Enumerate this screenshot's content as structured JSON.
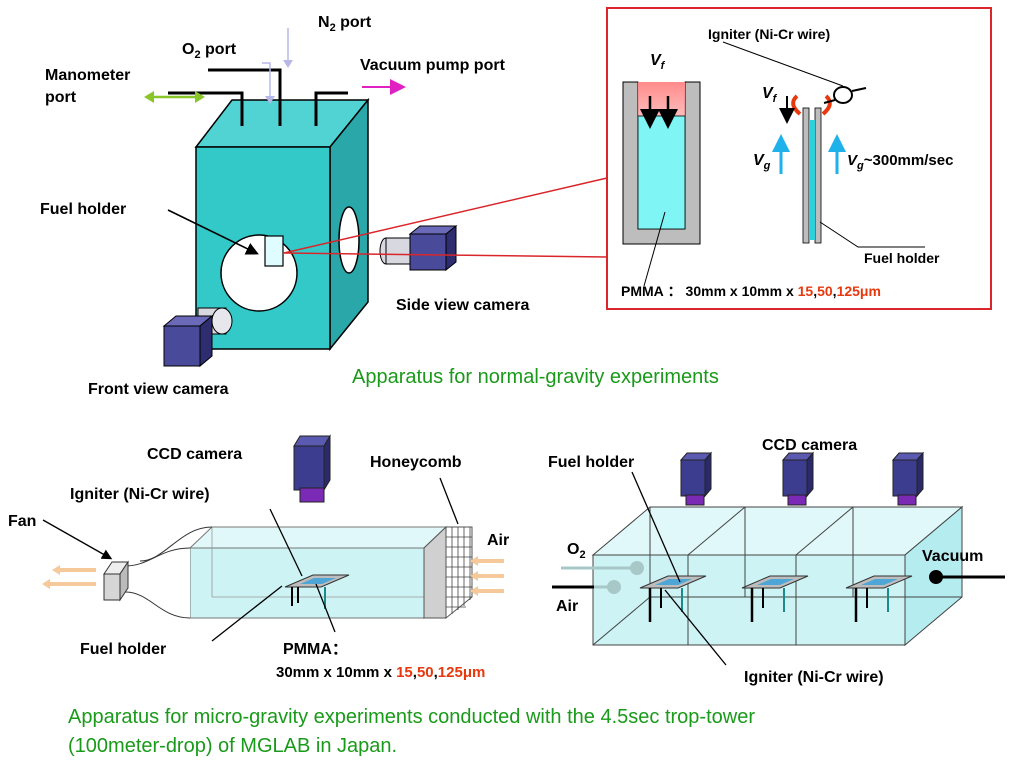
{
  "normal_gravity": {
    "labels": {
      "manometer_l1": "Manometer",
      "manometer_l2": "port",
      "o2_main": "O",
      "o2_sub": "2",
      "o2_rest": " port",
      "n2_main": "N",
      "n2_sub": "2",
      "n2_rest": " port",
      "vacuum_pump": "Vacuum pump port",
      "fuel_holder": "Fuel holder",
      "side_camera": "Side view camera",
      "front_camera": "Front view camera"
    },
    "inset": {
      "igniter": "Igniter (Ni-Cr wire)",
      "vf_sym": "V",
      "vf_sub": "f",
      "vg_sym": "V",
      "vg_sub": "g",
      "vg_value": "~300mm/sec",
      "fuel_holder": "Fuel holder",
      "pmma_prefix": "PMMA ： 30mm x 10mm x ",
      "t1": "15",
      "sep1": ",",
      "t2": "50",
      "sep2": ",",
      "t3": "125μm"
    },
    "caption": "Apparatus for normal-gravity experiments"
  },
  "micro_gravity": {
    "wind_tunnel": {
      "ccd_camera": "CCD camera",
      "honeycomb": "Honeycomb",
      "igniter": "Igniter (Ni-Cr wire)",
      "fan": "Fan",
      "air": "Air",
      "fuel_holder": "Fuel holder",
      "pmma": "PMMA：",
      "dims_prefix": "30mm x 10mm x ",
      "t1": "15",
      "sep1": ",",
      "t2": "50",
      "sep2": ",",
      "t3": "125μm"
    },
    "chamber": {
      "fuel_holder": "Fuel holder",
      "ccd_camera": "CCD camera",
      "o2_main": "O",
      "o2_sub": "2",
      "air": "Air",
      "vacuum": "Vacuum",
      "igniter": "Igniter (Ni-Cr wire)"
    },
    "caption_line1": "Apparatus for micro-gravity experiments conducted with the 4.5sec trop-tower",
    "caption_line2": "(100meter-drop) of MGLAB in Japan."
  },
  "colors": {
    "chamber_teal": "#33c9c9",
    "camera_blue": "#3d3d8f",
    "tank_cyan": "#cdf3f5",
    "caption_green": "#1a9a1a",
    "thickness_red": "#e8380d",
    "inset_border": "#d9262a"
  }
}
